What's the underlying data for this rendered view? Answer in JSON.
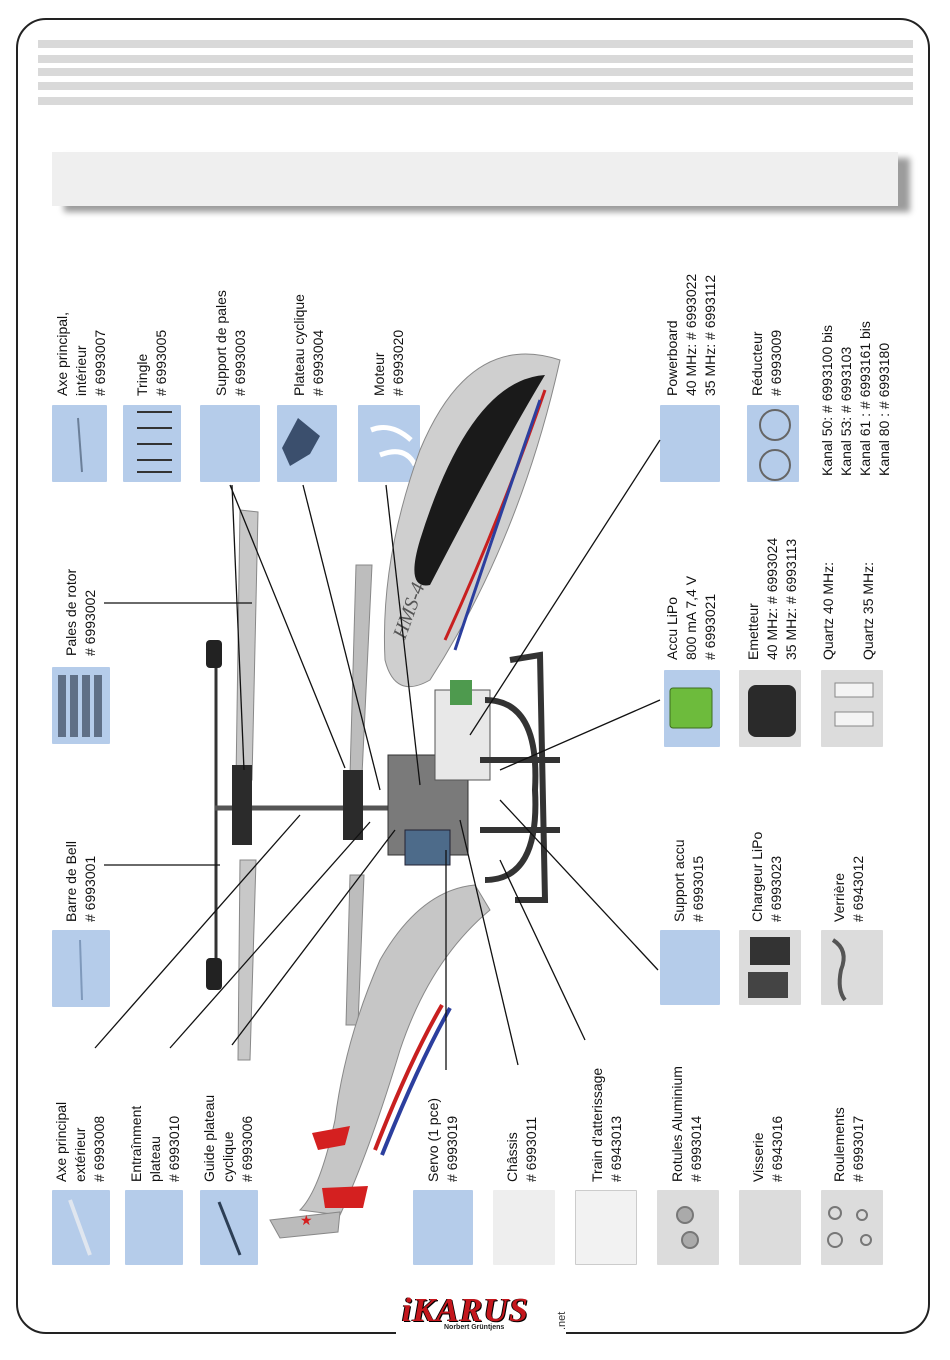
{
  "parts": [
    {
      "id": "axe-int",
      "lines": [
        "Axe principal,",
        "intérieur",
        "# 6993007"
      ]
    },
    {
      "id": "tringle",
      "lines": [
        "Tringle",
        "# 6993005"
      ]
    },
    {
      "id": "support-pales",
      "lines": [
        "Support de pales",
        "# 6993003"
      ]
    },
    {
      "id": "plateau",
      "lines": [
        "Plateau cyclique",
        "# 6993004"
      ]
    },
    {
      "id": "moteur",
      "lines": [
        "Moteur",
        "# 6993020"
      ]
    },
    {
      "id": "pales",
      "lines": [
        "Pales de rotor",
        "# 6993002"
      ]
    },
    {
      "id": "barre",
      "lines": [
        "Barre de Bell",
        "# 6993001"
      ]
    },
    {
      "id": "axe-ext",
      "lines": [
        "Axe principal",
        "extérieur",
        "# 6993008"
      ]
    },
    {
      "id": "entrainement",
      "lines": [
        "Entraînment",
        "plateau",
        "# 6993010"
      ]
    },
    {
      "id": "guide",
      "lines": [
        "Guide plateau",
        "cyclique",
        "# 6993006"
      ]
    },
    {
      "id": "servo",
      "lines": [
        "Servo (1 pce)",
        "# 6993019"
      ]
    },
    {
      "id": "chassis",
      "lines": [
        "Châssis",
        "# 6993011"
      ]
    },
    {
      "id": "train",
      "lines": [
        "Train d'atterissage",
        "# 6943013"
      ]
    },
    {
      "id": "rotules",
      "lines": [
        "Rotules Aluminium",
        "# 6993014"
      ]
    },
    {
      "id": "visserie",
      "lines": [
        "Visserie",
        "# 6943016"
      ]
    },
    {
      "id": "roulements",
      "lines": [
        "Roulements",
        "# 6993017"
      ]
    },
    {
      "id": "support-accu",
      "lines": [
        "Support accu",
        "# 6993015"
      ]
    },
    {
      "id": "chargeur",
      "lines": [
        "Chargeur LiPo",
        "# 6993023"
      ]
    },
    {
      "id": "verriere",
      "lines": [
        "Verrière",
        "# 6943012"
      ]
    },
    {
      "id": "accu",
      "lines": [
        "Accu LiPo",
        "800 mA 7,4 V",
        "# 6993021"
      ]
    },
    {
      "id": "emetteur",
      "lines": [
        "Emetteur",
        "40 MHz: # 6993024",
        "35 MHz: # 6993113"
      ]
    },
    {
      "id": "quartz",
      "lines": [
        "Quartz 40 MHz:",
        "",
        "Quartz 35 MHz:"
      ]
    },
    {
      "id": "powerboard",
      "lines": [
        "Powerboard",
        "40 MHz: # 6993022",
        "35 MHz: # 6993112"
      ]
    },
    {
      "id": "reducteur",
      "lines": [
        "Réducteur",
        "# 6993009"
      ]
    },
    {
      "id": "kanal",
      "lines": [
        "Kanal 50: # 6993100 bis",
        "Kanal 53: # 6993103",
        "Kanal 61 : # 6993161 bis",
        "Kanal 80 : # 6993180"
      ]
    }
  ],
  "heli_decal": "HMS-4",
  "logo": {
    "name": "iKARUS",
    "suffix": ".net",
    "sub": "Norbert Grüntjens"
  },
  "colors": {
    "thumb_blue": "#b5ccea",
    "thumb_gray": "#dcdcdc",
    "logo_red": "#c4161c",
    "stripe": "#d9d9d9"
  }
}
